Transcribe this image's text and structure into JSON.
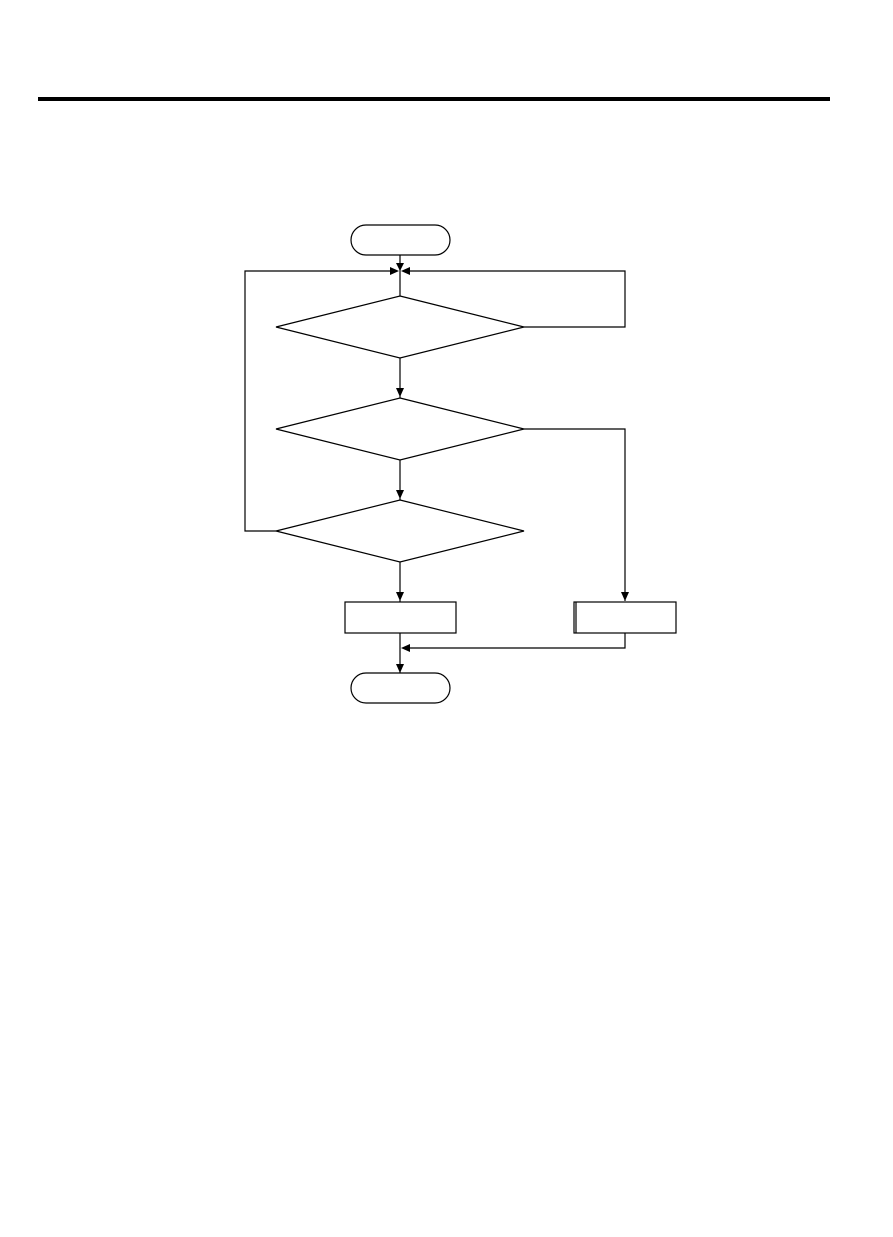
{
  "diagram": {
    "type": "flowchart",
    "nodes": [
      {
        "id": "start",
        "shape": "terminator",
        "label": ""
      },
      {
        "id": "decision-1",
        "shape": "decision",
        "label": ""
      },
      {
        "id": "decision-2",
        "shape": "decision",
        "label": ""
      },
      {
        "id": "decision-3",
        "shape": "decision",
        "label": ""
      },
      {
        "id": "process-1",
        "shape": "process",
        "label": ""
      },
      {
        "id": "process-2",
        "shape": "process",
        "label": ""
      },
      {
        "id": "end",
        "shape": "terminator",
        "label": ""
      }
    ],
    "edges": [
      {
        "from": "start",
        "to": "decision-1"
      },
      {
        "from": "decision-1",
        "to": "decision-2"
      },
      {
        "from": "decision-1",
        "to": "decision-1",
        "side": "right"
      },
      {
        "from": "decision-2",
        "to": "decision-3"
      },
      {
        "from": "decision-2",
        "to": "process-2",
        "side": "right"
      },
      {
        "from": "decision-3",
        "to": "process-1"
      },
      {
        "from": "decision-3",
        "to": "decision-1",
        "side": "left"
      },
      {
        "from": "process-1",
        "to": "end"
      },
      {
        "from": "process-2",
        "to": "end"
      }
    ],
    "colors": {
      "line": "#000000",
      "fill": "#ffffff",
      "background": "#ffffff"
    }
  }
}
